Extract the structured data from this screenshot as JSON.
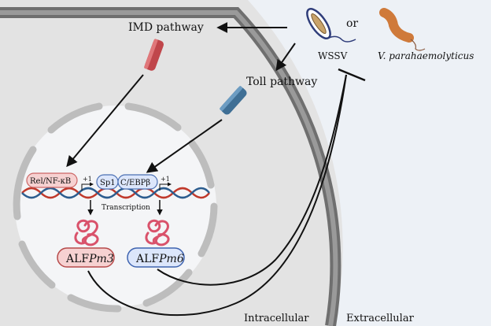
{
  "pathways": {
    "imd": "IMD pathway",
    "toll": "Toll pathway"
  },
  "pathogens": {
    "connector": "or",
    "virus": "WSSV",
    "bacterium": "V. parahaemolyticus"
  },
  "nucleus": {
    "tf_imd": "Rel/NF-κB",
    "tf_sp1": "Sp1",
    "tf_cebp": "C/EBPβ",
    "tss_marker": "+1",
    "transcription": "Transcription"
  },
  "products": {
    "alf3_prefix": "ALF",
    "alf3_gene": "Pm3",
    "alf6_prefix": "ALF",
    "alf6_gene": "Pm6"
  },
  "regions": {
    "intracellular": "Intracellular",
    "extracellular": "Extracellular"
  },
  "colors": {
    "membrane": "#7c7c7c",
    "imd_receptor": "#c0464b",
    "toll_receptor": "#3f6f95",
    "protein": "#d9526b",
    "alf3_box": "#f6d1d1",
    "alf6_box": "#dce6fb"
  }
}
